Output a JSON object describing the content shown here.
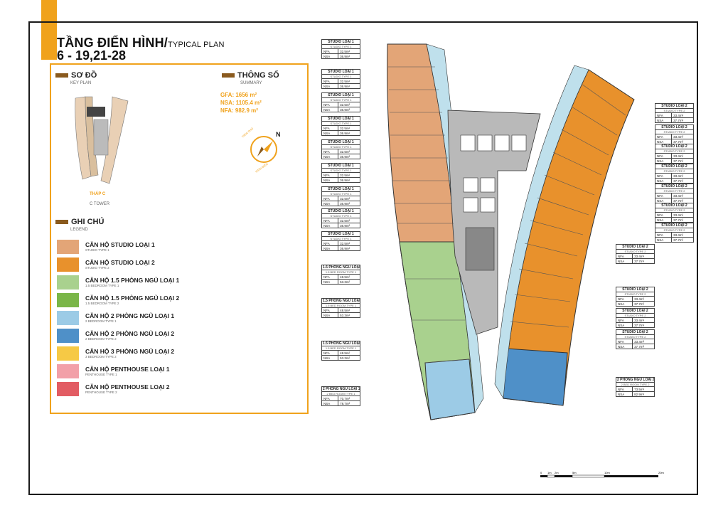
{
  "title": {
    "main": "TẦNG ĐIỂN HÌNH/",
    "main_sub": "TYPICAL PLAN",
    "floors": "6 - 19,21-28"
  },
  "key_plan": {
    "heading": "SƠ ĐỒ",
    "subheading": "KEY PLAN",
    "tower_label": "THÁP C",
    "tower_sub": "C TOWER"
  },
  "summary": {
    "heading": "THÔNG SỐ",
    "subheading": "SUMMARY",
    "gfa": "GFA: 1656 m²",
    "nsa": "NSA: 1105.4 m²",
    "nfa": "NFA: 982.9 m²"
  },
  "compass": {
    "north": "N",
    "view_top": "VIEW PHÚ",
    "view_bottom": "VIEW BIỂN"
  },
  "legend": {
    "heading": "GHI CHÚ",
    "subheading": "LEGEND",
    "items": [
      {
        "name": "CĂN HỘ STUDIO LOẠI 1",
        "sub": "STUDIO TYPE 1",
        "color": "#e3a577"
      },
      {
        "name": "CĂN HỘ STUDIO LOẠI 2",
        "sub": "STUDIO TYPE 2",
        "color": "#e8912c"
      },
      {
        "name": "CĂN HỘ 1.5 PHÒNG NGỦ LOẠI 1",
        "sub": "1.5 BEDROOM TYPE 1",
        "color": "#a9d18e"
      },
      {
        "name": "CĂN HỘ 1.5 PHÒNG NGỦ LOẠI 2",
        "sub": "1.5 BEDROOM TYPE 2",
        "color": "#7ab648"
      },
      {
        "name": "CĂN HỘ 2 PHÒNG NGỦ LOẠI 1",
        "sub": "2 BEDROOM TYPE 1",
        "color": "#9ccbe6"
      },
      {
        "name": "CĂN HỘ 2 PHÒNG NGỦ LOẠI 2",
        "sub": "2 BEDROOM TYPE 2",
        "color": "#4f90c8"
      },
      {
        "name": "CĂN HỘ 3 PHÒNG NGỦ LOẠI 2",
        "sub": "3 BEDROOM TYPE 2",
        "color": "#f6c945"
      },
      {
        "name": "CĂN HỘ PENTHOUSE LOẠI 1",
        "sub": "PENTHOUSE TYPE 1",
        "color": "#f2a0a8"
      },
      {
        "name": "CĂN HỘ PENTHOUSE LOẠI 2",
        "sub": "PENTHOUSE TYPE 2",
        "color": "#e25c63"
      }
    ]
  },
  "units_left": [
    {
      "title": "STUDIO LOẠI 1",
      "sub": "STUDIO TYPE 1",
      "nfa": "32.5m²",
      "nsa": "36.9m²"
    },
    {
      "title": "STUDIO LOẠI 1",
      "sub": "STUDIO TYPE 1",
      "nfa": "32.5m²",
      "nsa": "36.9m²"
    },
    {
      "title": "STUDIO LOẠI 1",
      "sub": "STUDIO TYPE 1",
      "nfa": "32.5m²",
      "nsa": "36.9m²"
    },
    {
      "title": "STUDIO LOẠI 1",
      "sub": "STUDIO TYPE 1",
      "nfa": "32.5m²",
      "nsa": "36.9m²"
    },
    {
      "title": "STUDIO LOẠI 1",
      "sub": "STUDIO TYPE 1",
      "nfa": "32.5m²",
      "nsa": "36.9m²"
    },
    {
      "title": "STUDIO LOẠI 1",
      "sub": "STUDIO TYPE 1",
      "nfa": "32.5m²",
      "nsa": "36.9m²"
    },
    {
      "title": "STUDIO LOẠI 1",
      "sub": "STUDIO TYPE 1",
      "nfa": "32.5m²",
      "nsa": "36.9m²"
    },
    {
      "title": "STUDIO LOẠI 1",
      "sub": "STUDIO TYPE 1",
      "nfa": "32.5m²",
      "nsa": "36.9m²"
    },
    {
      "title": "STUDIO LOẠI 1",
      "sub": "STUDIO TYPE 1",
      "nfa": "32.5m²",
      "nsa": "36.9m²"
    },
    {
      "title": "1.5 PHÒNG NGỦ LOẠI 1",
      "sub": "1.5 BED ROOM TYPE 1",
      "nfa": "48.5m²",
      "nsa": "53.3m²"
    },
    {
      "title": "1.5 PHÒNG NGỦ LOẠI 1",
      "sub": "1.5 BED ROOM TYPE 1",
      "nfa": "48.5m²",
      "nsa": "53.3m²"
    },
    {
      "title": "1.5 PHÒNG NGỦ LOẠI 1",
      "sub": "1.5 BED ROOM TYPE 1",
      "nfa": "48.5m²",
      "nsa": "53.3m²"
    },
    {
      "title": "2 PHÒNG NGỦ LOẠI 1",
      "sub": "2 BED ROOM TYPE 1",
      "nfa": "70.7m²",
      "nsa": "78.7m²"
    }
  ],
  "units_right": [
    {
      "title": "STUDIO LOẠI 2",
      "sub": "STUDIO TYPE 2",
      "nfa": "33.4m²",
      "nsa": "37.7m²"
    },
    {
      "title": "STUDIO LOẠI 2",
      "sub": "STUDIO TYPE 2",
      "nfa": "33.4m²",
      "nsa": "37.7m²"
    },
    {
      "title": "STUDIO LOẠI 2",
      "sub": "STUDIO TYPE 2",
      "nfa": "33.4m²",
      "nsa": "37.7m²"
    },
    {
      "title": "STUDIO LOẠI 2",
      "sub": "STUDIO TYPE 2",
      "nfa": "33.4m²",
      "nsa": "37.7m²"
    },
    {
      "title": "STUDIO LOẠI 2",
      "sub": "STUDIO TYPE 2",
      "nfa": "33.4m²",
      "nsa": "37.7m²"
    },
    {
      "title": "STUDIO LOẠI 2",
      "sub": "STUDIO TYPE 2",
      "nfa": "33.4m²",
      "nsa": "37.7m²"
    },
    {
      "title": "STUDIO LOẠI 2",
      "sub": "STUDIO TYPE 2",
      "nfa": "33.4m²",
      "nsa": "37.7m²"
    },
    {
      "title": "STUDIO LOẠI 2",
      "sub": "STUDIO TYPE 2",
      "nfa": "33.4m²",
      "nsa": "37.7m²"
    },
    {
      "title": "STUDIO LOẠI 2",
      "sub": "STUDIO TYPE 2",
      "nfa": "33.4m²",
      "nsa": "37.7m²"
    },
    {
      "title": "STUDIO LOẠI 2",
      "sub": "STUDIO TYPE 2",
      "nfa": "33.4m²",
      "nsa": "37.7m²"
    },
    {
      "title": "STUDIO LOẠI 2",
      "sub": "STUDIO TYPE 2",
      "nfa": "33.4m²",
      "nsa": "37.7m²"
    },
    {
      "title": "2 PHÒNG NGỦ LOẠI 2",
      "sub": "2 BED ROOM TYPE 2",
      "nfa": "73.5m²",
      "nsa": "82.9m²"
    }
  ],
  "area_labels": {
    "nfa": "NFA",
    "nsa": "NSA"
  },
  "scale": {
    "ticks": [
      "0",
      "1m",
      "2m",
      "5m",
      "10m",
      "20m"
    ]
  }
}
